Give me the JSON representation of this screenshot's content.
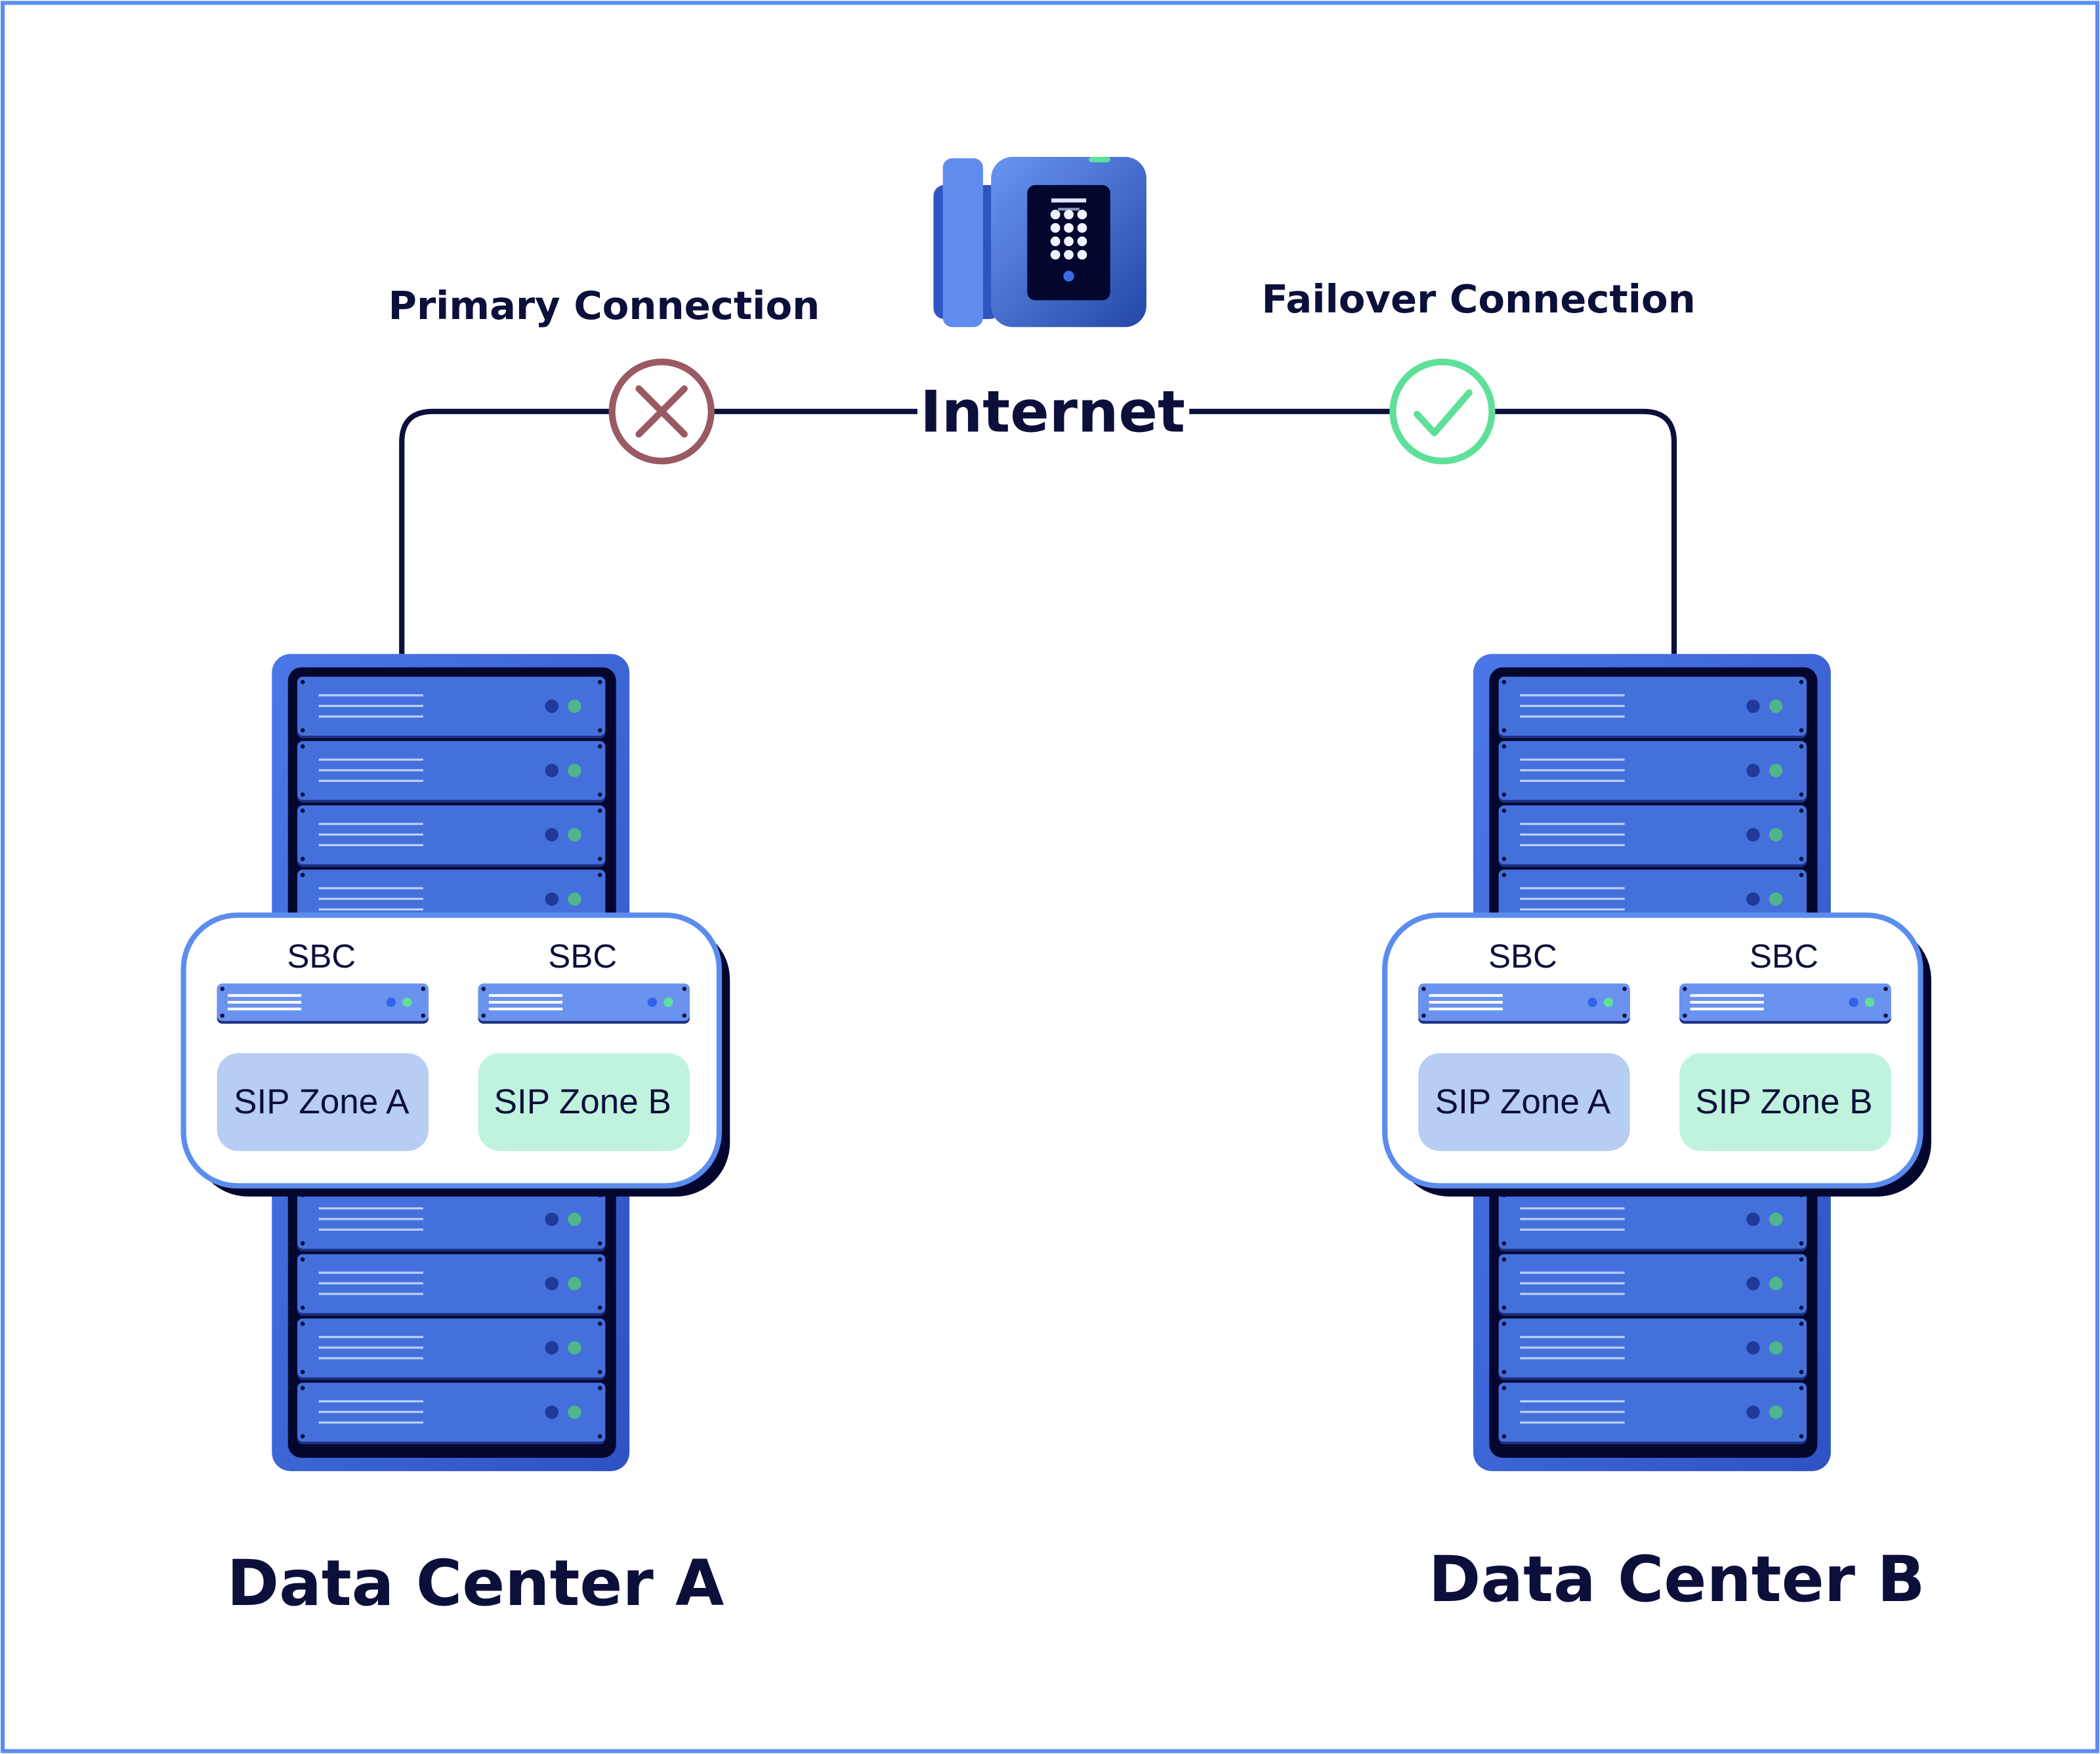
{
  "labels": {
    "primary": "Primary Connection",
    "failover": "Failover Connection",
    "internet": "Internet"
  },
  "data_centers": [
    {
      "name": "Data Center A",
      "sbc_labels": [
        "SBC",
        "SBC"
      ],
      "zones": [
        "SIP Zone A",
        "SIP Zone B"
      ]
    },
    {
      "name": "Data Center B",
      "sbc_labels": [
        "SBC",
        "SBC"
      ],
      "zones": [
        "SIP Zone A",
        "SIP Zone B"
      ]
    }
  ],
  "status": {
    "primary": "failed",
    "failover": "active"
  },
  "icons": {
    "phone": "desk-phone-icon",
    "fail": "x-circle-icon",
    "ok": "check-circle-icon",
    "server": "server-rack-icon"
  },
  "colors": {
    "border": "#5b8def",
    "line": "#0b0f3a",
    "rack": "#3f67d9",
    "rack_unit": "#4470dc",
    "fail": "#9a5a63",
    "ok": "#5fe09a",
    "zone_a": "#b7cdf3",
    "zone_b": "#bff3dd"
  }
}
